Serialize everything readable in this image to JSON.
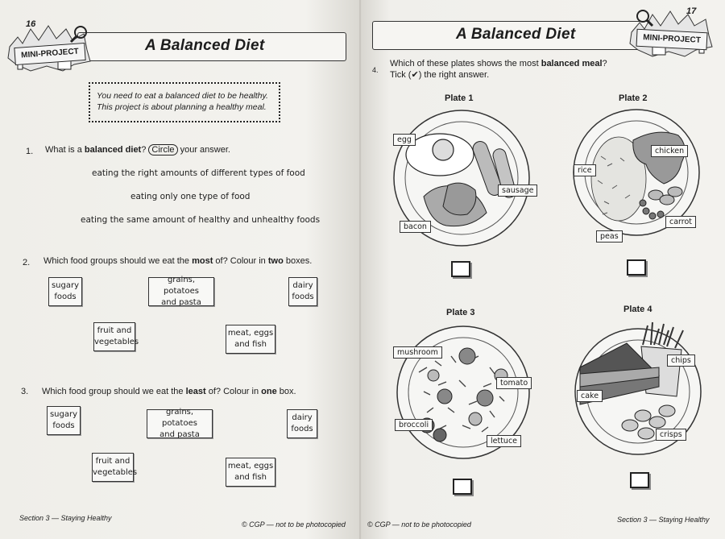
{
  "left": {
    "page_number": "16",
    "badge": "MINI-PROJECT",
    "title": "A Balanced Diet",
    "intro": [
      "You need to eat a balanced diet to be healthy.",
      "This project is about planning a healthy meal."
    ],
    "q1": {
      "num": "1.",
      "pre": "What is a",
      "bold": "balanced diet",
      "mid": "?",
      "circle": "Circle",
      "post": "your answer.",
      "options": [
        "eating the right amounts of different types of food",
        "eating only one type of food",
        "eating the same amount of healthy and unhealthy foods"
      ]
    },
    "q2": {
      "num": "2.",
      "pre": "Which food groups should we eat the",
      "bold1": "most",
      "mid": "of?  Colour in",
      "bold2": "two",
      "post": "boxes.",
      "boxes": [
        [
          "sugary",
          "foods"
        ],
        [
          "grains, potatoes",
          "and pasta"
        ],
        [
          "dairy",
          "foods"
        ],
        [
          "fruit and",
          "vegetables"
        ],
        [
          "meat, eggs",
          "and fish"
        ]
      ]
    },
    "q3": {
      "num": "3.",
      "pre": "Which food group should we eat the",
      "bold1": "least",
      "mid": "of?  Colour in",
      "bold2": "one",
      "post": "box.",
      "boxes": [
        [
          "sugary",
          "foods"
        ],
        [
          "grains, potatoes",
          "and pasta"
        ],
        [
          "dairy",
          "foods"
        ],
        [
          "fruit and",
          "vegetables"
        ],
        [
          "meat, eggs",
          "and fish"
        ]
      ]
    },
    "footer": "Section 3 — Staying Healthy",
    "copyright": "© CGP — not to be photocopied"
  },
  "right": {
    "page_number": "17",
    "badge": "MINI-PROJECT",
    "title": "A Balanced Diet",
    "q4": {
      "num": "4.",
      "line1_pre": "Which of these plates shows the most",
      "line1_bold": "balanced meal",
      "line1_post": "?",
      "line2": "Tick (✔) the right answer."
    },
    "plates": [
      {
        "title": "Plate 1",
        "labels": [
          "egg",
          "sausage",
          "bacon"
        ]
      },
      {
        "title": "Plate 2",
        "labels": [
          "chicken",
          "rice",
          "carrot",
          "peas"
        ]
      },
      {
        "title": "Plate 3",
        "labels": [
          "mushroom",
          "tomato",
          "broccoli",
          "lettuce"
        ]
      },
      {
        "title": "Plate 4",
        "labels": [
          "chips",
          "cake",
          "crisps"
        ]
      }
    ],
    "copyright": "© CGP — not to be photocopied",
    "footer": "Section 3 — Staying Healthy"
  }
}
